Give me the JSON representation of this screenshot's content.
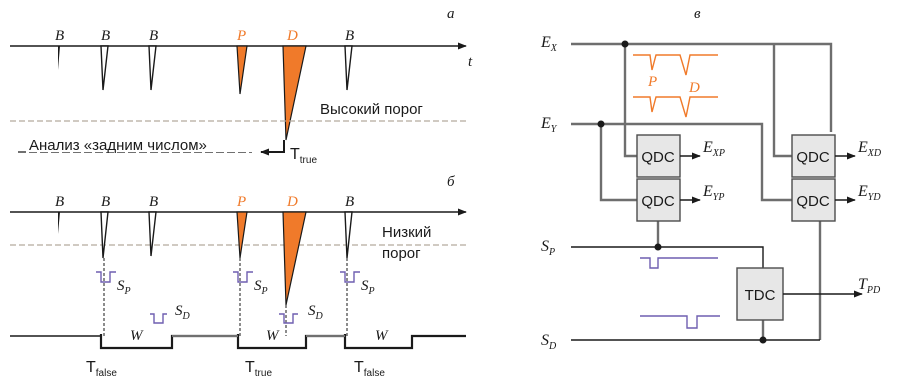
{
  "colors": {
    "line": "#1a1a1a",
    "gray_line": "#8c8c8c",
    "dashed": "#b5ab9e",
    "orange": "#f07a2a",
    "purple": "#6f5fb0",
    "box_fill": "#e7e7e7",
    "box_stroke": "#4d4d4d"
  },
  "panel_a": {
    "label": "a",
    "axis_t": "t",
    "pulse_b1": "B",
    "pulse_b2": "B",
    "pulse_b3": "B",
    "pulse_p": "P",
    "pulse_d": "D",
    "pulse_b4": "B",
    "threshold_label": "Высокий порог",
    "retro_label": "Анализ «задним числом»",
    "t_true": "T",
    "t_true_sub": "true"
  },
  "panel_b": {
    "label": "б",
    "pulse_b1": "B",
    "pulse_b2": "B",
    "pulse_b3": "B",
    "pulse_p": "P",
    "pulse_d": "D",
    "pulse_b4": "B",
    "threshold_line1": "Низкий",
    "threshold_line2": "порог",
    "sp1": "S",
    "sp1_sub": "P",
    "sd": "S",
    "sd_sub": "D",
    "sp2": "S",
    "sp2_sub": "P",
    "sd2": "S",
    "sd2_sub": "D",
    "sp3": "S",
    "sp3_sub": "P",
    "w1": "W",
    "w2": "W",
    "w3": "W",
    "t_false1": "T",
    "t_false1_sub": "false",
    "t_true": "T",
    "t_true_sub": "true",
    "t_false2": "T",
    "t_false2_sub": "false"
  },
  "panel_v": {
    "label": "в",
    "ex": "E",
    "ex_sub": "X",
    "ey": "E",
    "ey_sub": "Y",
    "sp": "S",
    "sp_sub": "P",
    "sd": "S",
    "sd_sub": "D",
    "pulse_p": "P",
    "pulse_d": "D",
    "qdc1": "QDC",
    "qdc2": "QDC",
    "qdc3": "QDC",
    "qdc4": "QDC",
    "tdc": "TDC",
    "exp": "E",
    "exp_sub": "XP",
    "eyp": "E",
    "eyp_sub": "YP",
    "exd": "E",
    "exd_sub": "XD",
    "eyd": "E",
    "eyd_sub": "YD",
    "tpd": "T",
    "tpd_sub": "PD"
  }
}
